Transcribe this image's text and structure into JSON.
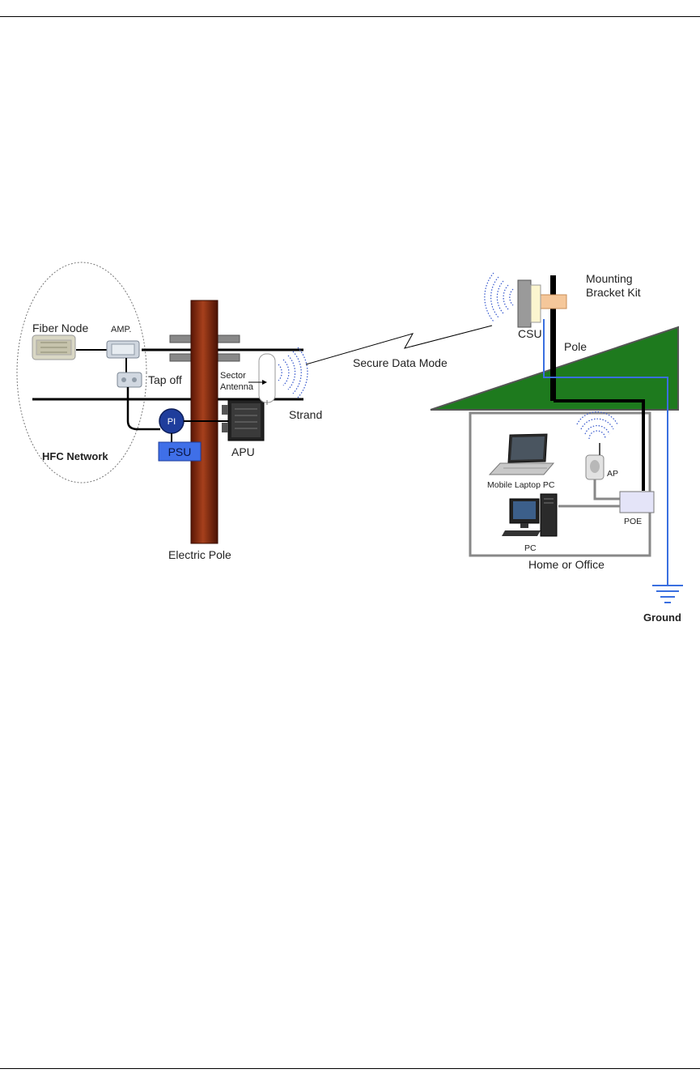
{
  "labels": {
    "fiber_node": "Fiber Node",
    "amp": "AMP.",
    "tap_off": "Tap off",
    "pi": "PI",
    "psu": "PSU",
    "hfc_network": "HFC Network",
    "sector_antenna_line1": "Sector",
    "sector_antenna_line2": "Antenna",
    "apu": "APU",
    "strand": "Strand",
    "electric_pole": "Electric Pole",
    "secure_data_mode": "Secure Data Mode",
    "csu": "CSU",
    "mounting_bracket_line1": "Mounting",
    "mounting_bracket_line2": "Bracket Kit",
    "pole": "Pole",
    "mobile_laptop_pc": "Mobile Laptop PC",
    "ap": "AP",
    "poe": "POE",
    "pc": "PC",
    "home_or_office": "Home or Office",
    "ground": "Ground"
  },
  "colors": {
    "electric_pole": "#8b2a10",
    "roof": "#1e7a1e",
    "ground_wire": "#3a6fe0",
    "psu_box": "#3f6fe8",
    "pi_circle": "#1f3d9c",
    "wifi_waves": "#3355cc",
    "bracket": "#f5c79a",
    "poe_box": "#e4e4f8"
  }
}
